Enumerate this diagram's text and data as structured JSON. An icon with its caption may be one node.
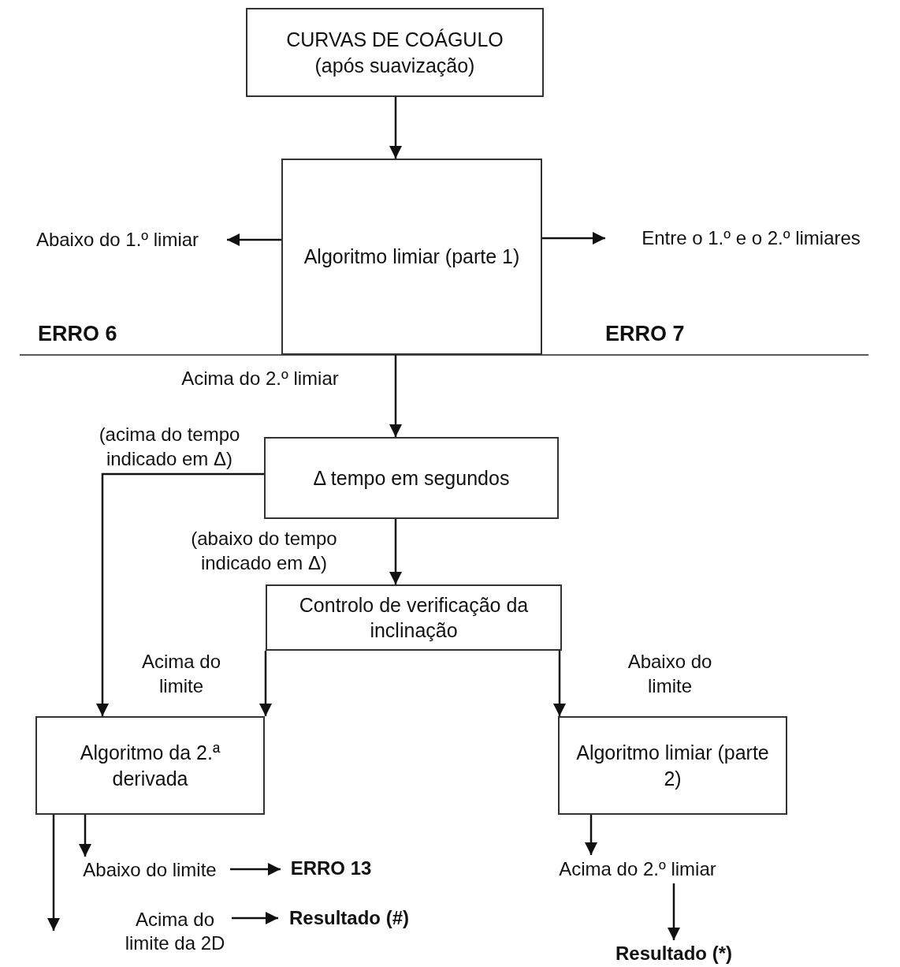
{
  "diagram": {
    "nodes": [
      {
        "text": [
          "CURVAS DE COÁGULO (após suavização)"
        ]
      },
      {
        "text": [
          "Algoritmo limiar (parte 1)"
        ]
      },
      {
        "text": [
          "Abaixo do 1.º limiar"
        ]
      },
      {
        "text": [
          "Entre o 1.º e o 2.º limiares"
        ]
      },
      {
        "text": [
          "Δ tempo em segundos"
        ]
      },
      {
        "text": [
          "Controlo de verificação da inclinação"
        ]
      },
      {
        "text": [
          "Algoritmo da 2.ª derivada"
        ]
      },
      {
        "text": [
          "Algoritmo limiar (parte 2)"
        ]
      },
      {
        "text": [
          "Abaixo do limite"
        ]
      },
      {
        "text": [
          "ERRO 13"
        ]
      },
      {
        "text": [
          "Acima do limite da 2D"
        ]
      },
      {
        "text": [
          "Resultado (#)"
        ]
      },
      {
        "text": [
          "Acima do 2.º limiar"
        ]
      },
      {
        "text": [
          "Resultado (*)"
        ]
      }
    ],
    "edges": [
      {
        "from": 0,
        "to": 1,
        "arrow": "to"
      },
      {
        "from": 1,
        "to": 2,
        "arrow": "to"
      },
      {
        "from": 1,
        "to": 3,
        "arrow": "to"
      },
      {
        "from": 1,
        "to": 4,
        "arrow": "to",
        "label": "Acima do 2.º limiar"
      },
      {
        "from": 4,
        "to": 6,
        "arrow": "to",
        "label": "(acima do tempo indicado em Δ)"
      },
      {
        "from": 4,
        "to": 5,
        "arrow": "to",
        "label": "(abaixo do tempo indicado em Δ)"
      },
      {
        "from": 5,
        "to": 6,
        "arrow": "to",
        "label": "Acima do limite"
      },
      {
        "from": 5,
        "to": 7,
        "arrow": "to",
        "label": "Abaixo do limite"
      },
      {
        "from": 6,
        "to": 8,
        "arrow": "to"
      },
      {
        "from": 8,
        "to": 9,
        "arrow": "to"
      },
      {
        "from": 10,
        "to": 11,
        "arrow": "to"
      },
      {
        "from": 6,
        "to": null,
        "arrow": "to"
      },
      {
        "from": 7,
        "to": 12,
        "arrow": "to"
      },
      {
        "from": 12,
        "to": 13,
        "arrow": "to"
      }
    ],
    "labels": [
      "ERRO 6",
      "ERRO 7"
    ]
  }
}
